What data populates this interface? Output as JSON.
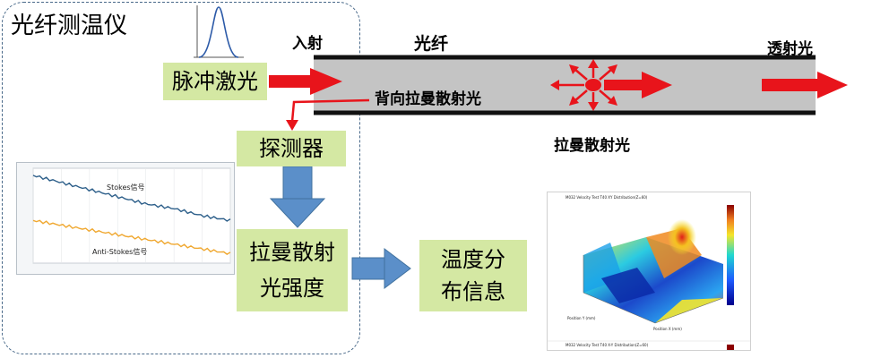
{
  "title": "光纤测温仪",
  "pulse_laser": "脉冲激光",
  "incident": "入射",
  "fiber": "光纤",
  "transmitted": "透射光",
  "backscatter": "背向拉曼散射光",
  "raman_scatter": "拉曼散射光",
  "detector": "探测器",
  "intensity_line1": "拉曼散射",
  "intensity_line2": "光强度",
  "distribution_line1": "温度分",
  "distribution_line2": "布信息",
  "stokes_label": "Stokes信号",
  "antistokes_label": "Anti-Stokes信号",
  "plot_title_top": "M032 Velocity Test T40 XY Distribution(Z=60)",
  "plot_title_bottom": "M032 Velocity Test T40 X-Y Distribution(Z=60)",
  "plot_axis_x": "Position X (mm)",
  "plot_axis_y": "Position Y (mm)",
  "colors": {
    "arrow_red": "#e8141b",
    "box_green": "#d4e8a3",
    "arrow_blue": "#5b8fc9",
    "fiber_gray": "#c4c4c4",
    "stokes_blue": "#2d5f8a",
    "antistokes_orange": "#f0a830"
  },
  "chart_data": {
    "type": "line",
    "series": [
      {
        "name": "Stokes信号",
        "values": [
          13500,
          13200,
          12900,
          12600,
          12300,
          12100,
          11800,
          11600
        ]
      },
      {
        "name": "Anti-Stokes信号",
        "values": [
          11600,
          11400,
          11200,
          11000,
          10800,
          10600,
          10400,
          10200
        ]
      }
    ],
    "x": [
      300,
      600,
      900,
      1200,
      1500,
      1800,
      2100,
      2400
    ]
  }
}
